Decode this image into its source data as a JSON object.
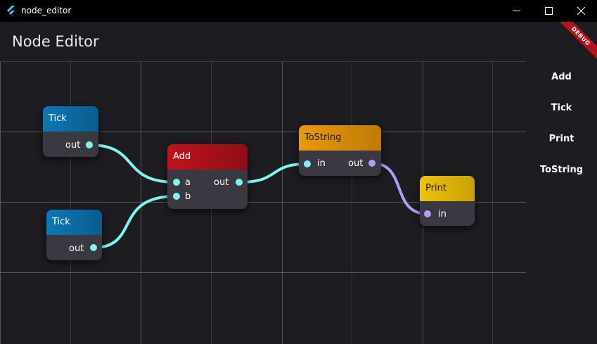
{
  "window": {
    "title": "node_editor"
  },
  "appbar": {
    "title": "Node Editor",
    "debug_label": "DEBUG"
  },
  "sidebar": {
    "buttons": [
      {
        "label": "Add"
      },
      {
        "label": "Tick"
      },
      {
        "label": "Print"
      },
      {
        "label": "ToString"
      }
    ]
  },
  "nodes": {
    "tick1": {
      "title": "Tick",
      "out": "out",
      "color": "#0b6fa6"
    },
    "tick2": {
      "title": "Tick",
      "out": "out",
      "color": "#0b6fa6"
    },
    "add": {
      "title": "Add",
      "in_a": "a",
      "in_b": "b",
      "out": "out",
      "color": "#b1121c"
    },
    "tostring": {
      "title": "ToString",
      "in": "in",
      "out": "out",
      "color": "#e0940a"
    },
    "print": {
      "title": "Print",
      "in": "in",
      "color": "#e6b80a"
    }
  },
  "colors": {
    "wire_primary": "#7df6f3",
    "wire_secondary": "#b69cf8",
    "grid": "#5a5a5e",
    "background": "#1d1c21",
    "node_body": "#3a3841"
  }
}
